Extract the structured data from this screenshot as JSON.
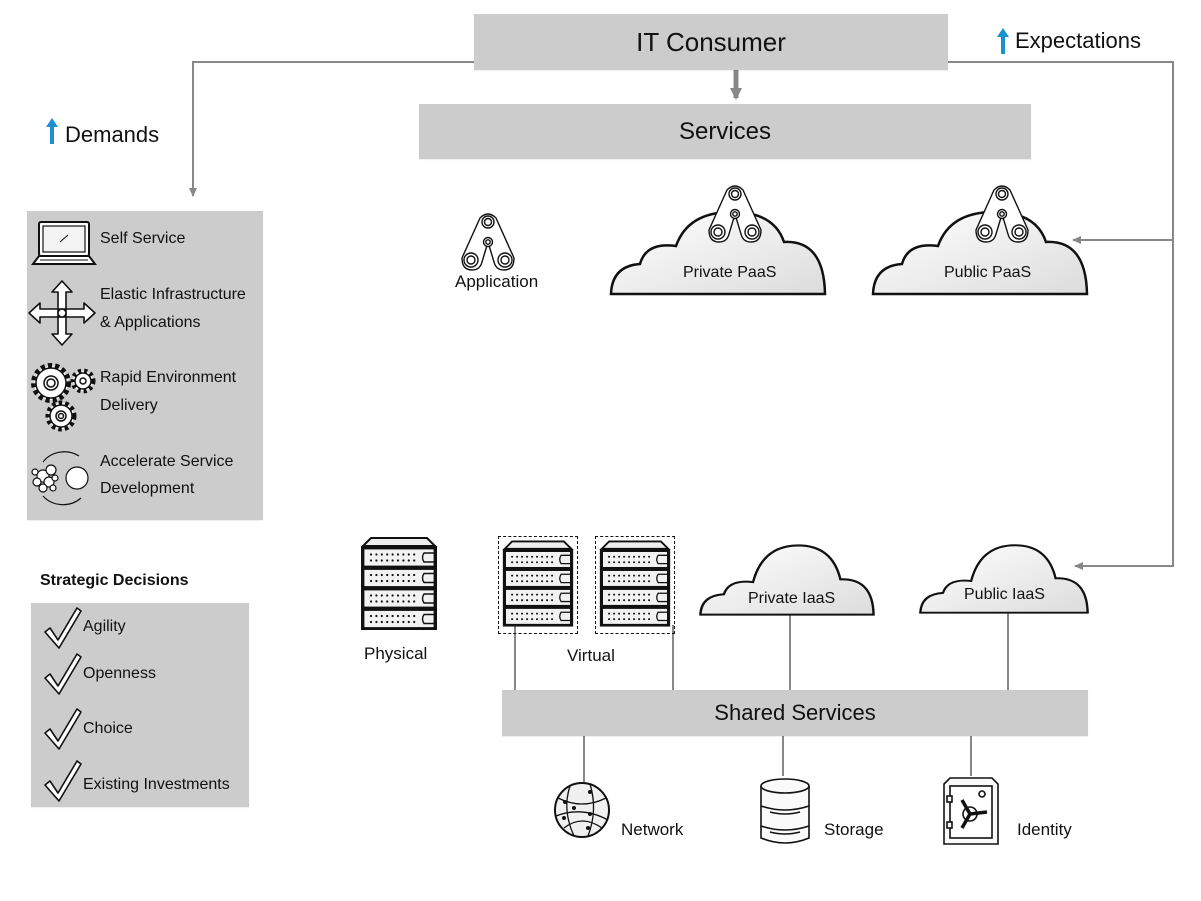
{
  "header": {
    "it_consumer": "IT Consumer",
    "services": "Services",
    "shared_services": "Shared Services"
  },
  "annotations": {
    "demands": "Demands",
    "expectations": "Expectations",
    "arrow_icon": "up-arrow-icon",
    "arrow_color": "#1a90d0"
  },
  "demands_panel": {
    "items": [
      {
        "icon": "laptop-icon",
        "line1": "Self Service",
        "line2": ""
      },
      {
        "icon": "expand-arrows-icon",
        "line1": "Elastic Infrastructure",
        "line2": "& Applications"
      },
      {
        "icon": "gears-icon",
        "line1": "Rapid Environment",
        "line2": "Delivery"
      },
      {
        "icon": "cycle-bubbles-icon",
        "line1": "Accelerate Service",
        "line2": "Development"
      }
    ]
  },
  "strategic": {
    "title": "Strategic Decisions",
    "items": [
      "Agility",
      "Openness",
      "Choice",
      "Existing Investments"
    ]
  },
  "paas": {
    "application": "Application",
    "private_paas": "Private PaaS",
    "public_paas": "Public PaaS"
  },
  "iaas": {
    "physical": "Physical",
    "virtual": "Virtual",
    "private_iaas": "Private IaaS",
    "public_iaas": "Public IaaS"
  },
  "shared": {
    "network": "Network",
    "storage": "Storage",
    "identity": "Identity"
  },
  "colors": {
    "box_fill": "#cccccc",
    "connector": "#888888"
  }
}
